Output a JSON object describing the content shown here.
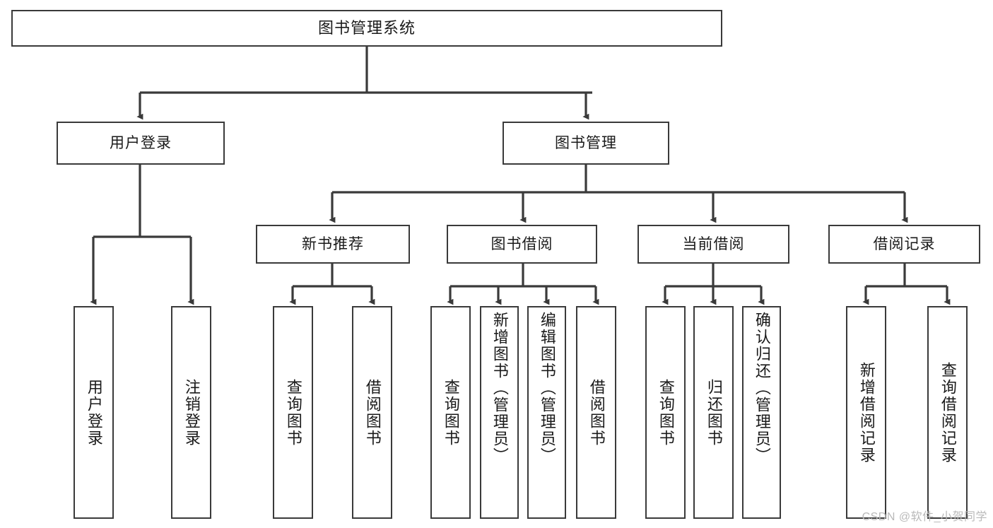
{
  "diagram": {
    "title": "图书管理系统",
    "type": "tree-hierarchy",
    "root": {
      "label": "图书管理系统"
    },
    "level2": [
      {
        "id": "user-login",
        "label": "用户登录"
      },
      {
        "id": "book-manage",
        "label": "图书管理"
      }
    ],
    "level3": [
      {
        "id": "new-book-rec",
        "label": "新书推荐",
        "parent": "book-manage"
      },
      {
        "id": "book-borrow",
        "label": "图书借阅",
        "parent": "book-manage"
      },
      {
        "id": "current-borrow",
        "label": "当前借阅",
        "parent": "book-manage"
      },
      {
        "id": "borrow-record",
        "label": "借阅记录",
        "parent": "book-manage"
      }
    ],
    "leaves": {
      "user_login": [
        {
          "id": "leaf-user-login",
          "label": "用户登录"
        },
        {
          "id": "leaf-logout",
          "label": "注销登录"
        }
      ],
      "new_book_rec": [
        {
          "id": "leaf-query-book-1",
          "label": "查询图书"
        },
        {
          "id": "leaf-borrow-book-1",
          "label": "借阅图书"
        }
      ],
      "book_borrow": [
        {
          "id": "leaf-query-book-2",
          "label": "查询图书"
        },
        {
          "id": "leaf-add-book",
          "label": "新增图书（管理员）"
        },
        {
          "id": "leaf-edit-book",
          "label": "编辑图书（管理员）"
        },
        {
          "id": "leaf-borrow-book-2",
          "label": "借阅图书"
        }
      ],
      "current_borrow": [
        {
          "id": "leaf-query-book-3",
          "label": "查询图书"
        },
        {
          "id": "leaf-return-book",
          "label": "归还图书"
        },
        {
          "id": "leaf-confirm-return",
          "label": "确认归还（管理员）"
        }
      ],
      "borrow_record": [
        {
          "id": "leaf-add-record",
          "label": "新增借阅记录"
        },
        {
          "id": "leaf-query-record",
          "label": "查询借阅记录"
        }
      ]
    },
    "watermark": "CSDN @软件_小贺同学",
    "colors": {
      "stroke": "#3a3a3a",
      "fill": "#ffffff",
      "text": "#1a1a1a",
      "watermark": "#b9b9b9"
    }
  }
}
